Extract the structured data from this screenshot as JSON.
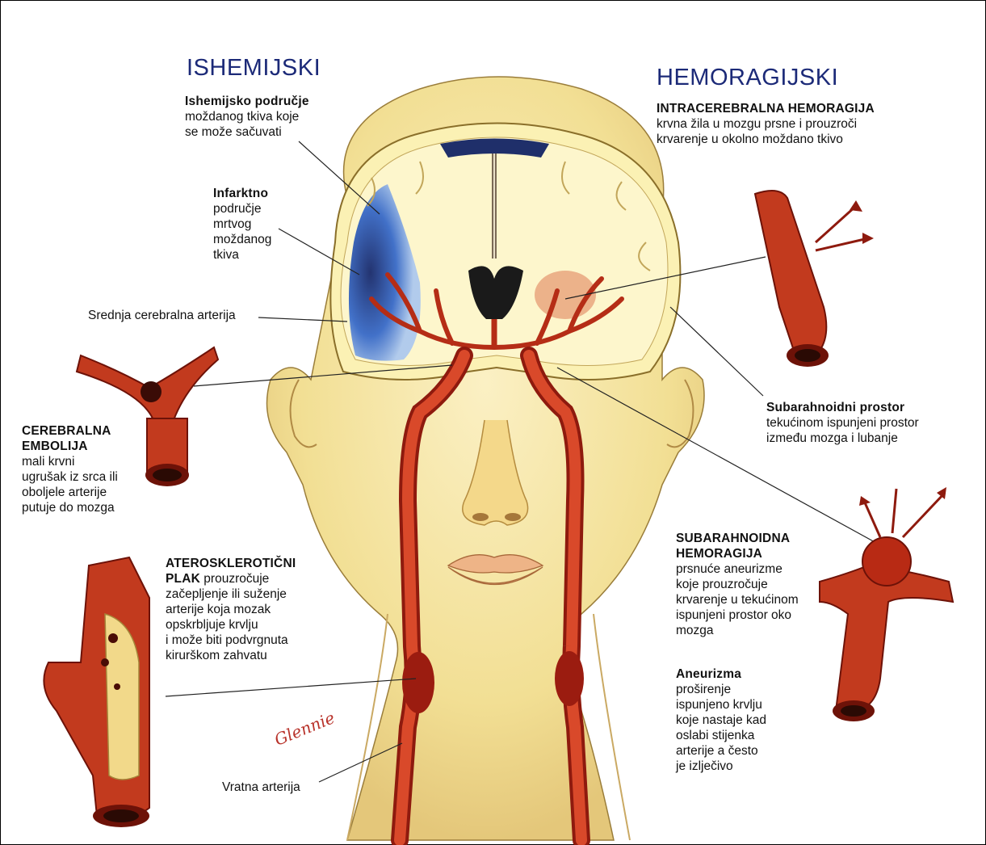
{
  "headings": {
    "ischemic": "ISHEMIJSKI",
    "hemorrhagic": "HEMORAGIJSKI"
  },
  "labels": {
    "ischemic_area": {
      "title": "Ishemijsko područje",
      "lines": [
        "moždanog tkiva koje",
        "se može sačuvati"
      ]
    },
    "infarct_area": {
      "title": "Infarktno",
      "lines": [
        "područje",
        "mrtvog",
        "moždanog",
        "tkiva"
      ]
    },
    "middle_cerebral_artery": "Srednja cerebralna arterija",
    "cerebral_embolism": {
      "title_lines": [
        "CEREBRALNA",
        "EMBOLIJA"
      ],
      "lines": [
        "mali krvni",
        "ugrušak iz srca ili",
        "oboljele arterije",
        "putuje do mozga"
      ]
    },
    "atherosclerotic_plaque": {
      "title_lines": [
        "ATEROSKLEROTIČNI",
        "PLAK"
      ],
      "title_line2_suffix": " prouzročuje",
      "lines": [
        "začepljenje ili suženje",
        "arterije koja mozak",
        "opskrbljuje krvlju",
        "i može biti podvrgnuta",
        "kirurškom zahvatu"
      ]
    },
    "carotid_artery": "Vratna arterija",
    "intracerebral_hemorrhage": {
      "title": "INTRACEREBRALNA HEMORAGIJA",
      "lines": [
        "krvna žila u mozgu prsne i prouzroči",
        "krvarenje u okolno moždano tkivo"
      ]
    },
    "subarachnoid_space": {
      "title": "Subarahnoidni prostor",
      "lines": [
        "tekućinom ispunjeni prostor",
        "između mozga i lubanje"
      ]
    },
    "subarachnoid_hemorrhage": {
      "title_lines": [
        "SUBARAHNOIDNA",
        "HEMORAGIJA"
      ],
      "lines": [
        "prsnuće aneurizme",
        "koje prouzročuje",
        "krvarenje u tekućinom",
        "ispunjeni prostor oko",
        "mozga"
      ]
    },
    "aneurysm": {
      "title": "Aneurizma",
      "lines": [
        "proširenje",
        "ispunjeno krvlju",
        "koje nastaje kad",
        "oslabi stijenka",
        "arterije a često",
        "je izlječivo"
      ]
    }
  },
  "signature": "Glennie",
  "colors": {
    "heading": "#1c2a78",
    "artery": "#c8321e",
    "skin": "#f6e6a0",
    "brain": "#fbf1b4",
    "ischemia": "#1f4fb0"
  }
}
